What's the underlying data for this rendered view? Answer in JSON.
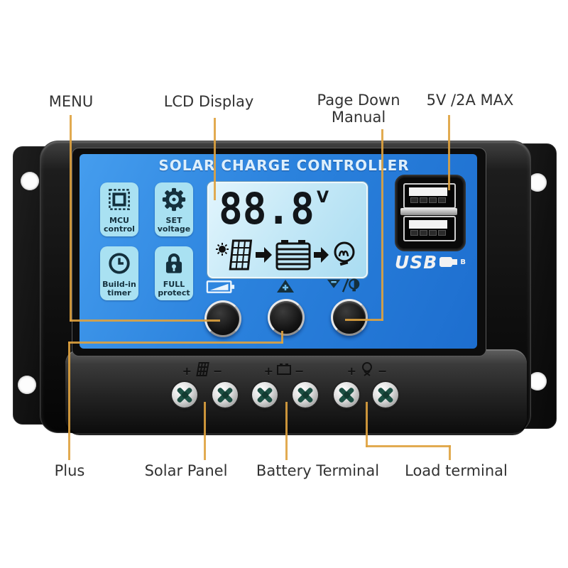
{
  "annotations": {
    "menu": "MENU",
    "lcd_display": "LCD Display",
    "page_down_line1": "Page Down",
    "page_down_line2": "Manual",
    "usb_max": "5V /2A MAX",
    "plus": "Plus",
    "solar_panel": "Solar Panel",
    "battery_terminal": "Battery Terminal",
    "load_terminal": "Load terminal"
  },
  "device": {
    "title": "SOLAR CHARGE CONTROLLER",
    "feature_tiles": [
      {
        "label_line1": "MCU",
        "label_line2": "control",
        "icon": "mcu-stamp-icon"
      },
      {
        "label_line1": "SET",
        "label_line2": "voltage",
        "icon": "gear-icon"
      },
      {
        "label_line1": "Build-in",
        "label_line2": "timer",
        "icon": "clock-icon"
      },
      {
        "label_line1": "FULL",
        "label_line2": "protect",
        "icon": "padlock-icon"
      }
    ],
    "lcd": {
      "value": "88.8",
      "unit": "V"
    },
    "usb_label": "USB",
    "terminals": [
      {
        "plus": "+",
        "minus": "−",
        "icon": "solar-panel-marking-icon"
      },
      {
        "plus": "+",
        "minus": "−",
        "icon": "battery-marking-icon"
      },
      {
        "plus": "+",
        "minus": "−",
        "icon": "lamp-marking-icon"
      }
    ]
  },
  "colors": {
    "panel_blue": "#2b82dd",
    "tile_blue": "#a9e1f2",
    "lcd_bg": "#c6e9f7",
    "callout_orange": "#dfa23e",
    "screw_green": "#1d5044",
    "label_text": "#323232",
    "icon_navy": "#14303d"
  }
}
